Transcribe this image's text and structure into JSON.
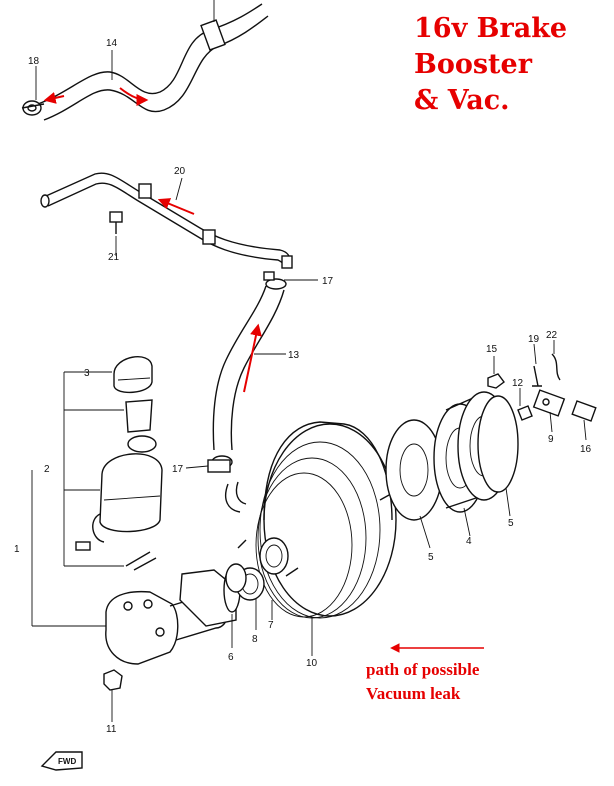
{
  "title": {
    "line1": "16v Brake",
    "line2": "Booster",
    "line3": "& Vac."
  },
  "annotation": {
    "line1": "path of possible",
    "line2": "Vacuum leak"
  },
  "callouts": [
    "1",
    "2",
    "3",
    "4",
    "5",
    "5",
    "6",
    "7",
    "8",
    "9",
    "10",
    "11",
    "12",
    "13",
    "14",
    "15",
    "16",
    "17",
    "17",
    "18",
    "19",
    "20",
    "21",
    "22"
  ],
  "fwd_marker": "FWD",
  "colors": {
    "title": "#e60000",
    "annotation": "#e60000",
    "flow_arrow": "#e60000",
    "line_art": "#111111"
  }
}
